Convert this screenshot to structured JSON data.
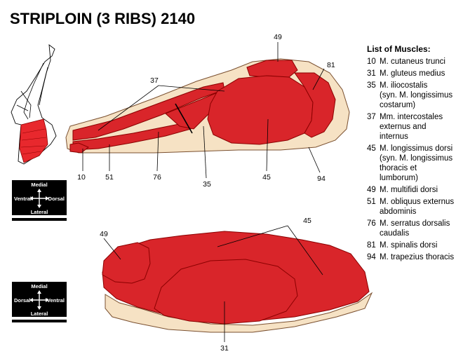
{
  "title": "STRIPLOIN (3 RIBS)  2140",
  "legend": {
    "heading": "List of Muscles:",
    "items": [
      {
        "num": "10",
        "name": "M. cutaneus trunci"
      },
      {
        "num": "31",
        "name": "M. gluteus medius"
      },
      {
        "num": "35",
        "name": "M. iliocostalis\n(syn. M. longissimus\ncostarum)"
      },
      {
        "num": "37",
        "name": "Mm. intercostales\nexternus and internus"
      },
      {
        "num": "45",
        "name": "M. longissimus dorsi\n(syn. M. longissimus\nthoracis et lumborum)"
      },
      {
        "num": "49",
        "name": "M. multifidi dorsi"
      },
      {
        "num": "51",
        "name": "M. obliquus externus\nabdominis"
      },
      {
        "num": "76",
        "name": "M. serratus dorsalis\ncaudalis"
      },
      {
        "num": "81",
        "name": "M. spinalis dorsi"
      },
      {
        "num": "94",
        "name": "M. trapezius thoracis"
      }
    ]
  },
  "compass_top": {
    "top": "Medial",
    "left": "Ventral",
    "right": "Dorsal",
    "bottom": "Lateral"
  },
  "compass_bottom": {
    "top": "Medial",
    "left": "Dorsal",
    "right": "Ventral",
    "bottom": "Lateral"
  },
  "top_view_labels": {
    "l49": "49",
    "l81": "81",
    "l37": "37",
    "l10": "10",
    "l51": "51",
    "l76": "76",
    "l35": "35",
    "l45": "45",
    "l94": "94"
  },
  "bottom_view_labels": {
    "l49": "49",
    "l45": "45",
    "l31": "31"
  },
  "colors": {
    "meat": "#d9252a",
    "fat": "#f6e2c4",
    "cut_highlight": "#e8282d"
  }
}
